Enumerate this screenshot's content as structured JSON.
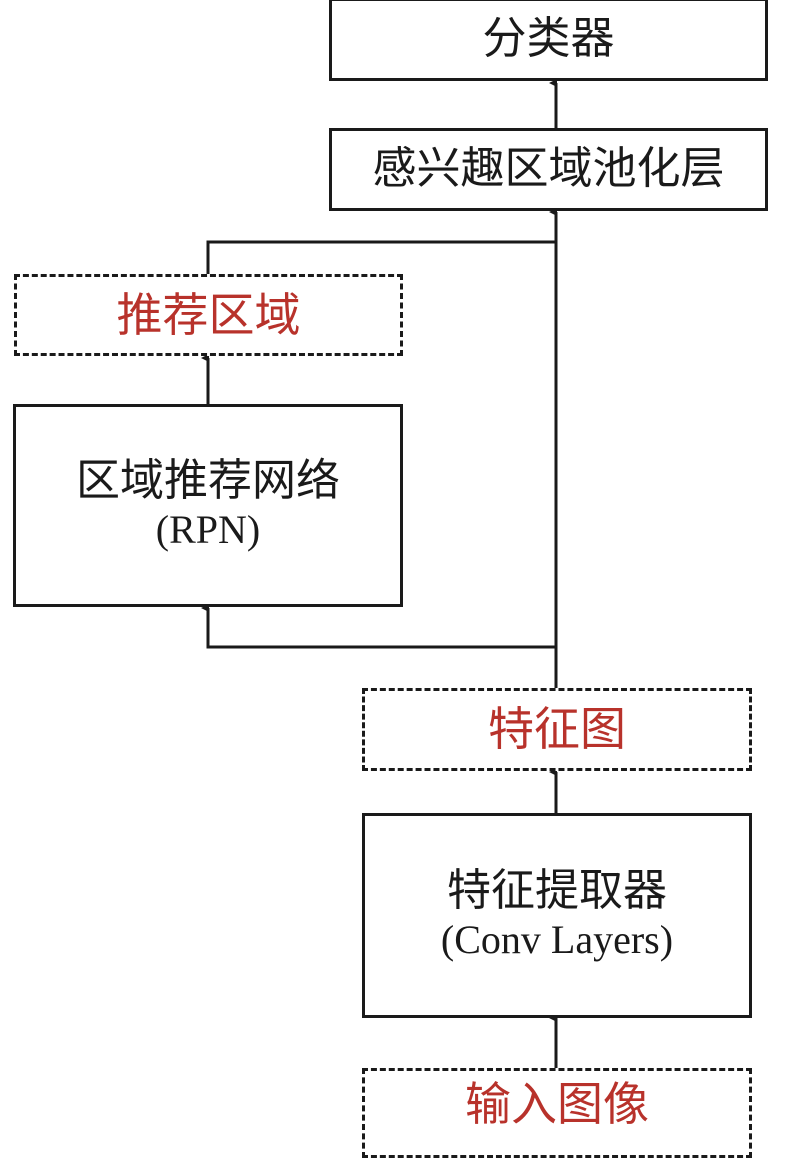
{
  "diagram": {
    "title": "Faster R-CNN architecture",
    "colors": {
      "line": "#1a1a1a",
      "process_text": "#1a1a1a",
      "data_text": "#b8322b"
    },
    "nodes": {
      "classifier": {
        "label": "分类器",
        "type": "process"
      },
      "roi_pooling": {
        "label": "感兴趣区域池化层",
        "type": "process"
      },
      "proposals": {
        "label": "推荐区域",
        "type": "data"
      },
      "rpn": {
        "label": "区域推荐网络",
        "sublabel": "(RPN)",
        "type": "process"
      },
      "feature_map": {
        "label": "特征图",
        "type": "data"
      },
      "feature_extractor": {
        "label": "特征提取器",
        "sublabel": "(Conv Layers)",
        "type": "process"
      },
      "input_image": {
        "label": "输入图像",
        "type": "data"
      }
    },
    "edges": [
      {
        "from": "input_image",
        "to": "feature_extractor"
      },
      {
        "from": "feature_extractor",
        "to": "feature_map"
      },
      {
        "from": "feature_map",
        "to": "rpn"
      },
      {
        "from": "feature_map",
        "to": "roi_pooling"
      },
      {
        "from": "rpn",
        "to": "proposals"
      },
      {
        "from": "proposals",
        "to": "roi_pooling"
      },
      {
        "from": "roi_pooling",
        "to": "classifier"
      }
    ]
  }
}
